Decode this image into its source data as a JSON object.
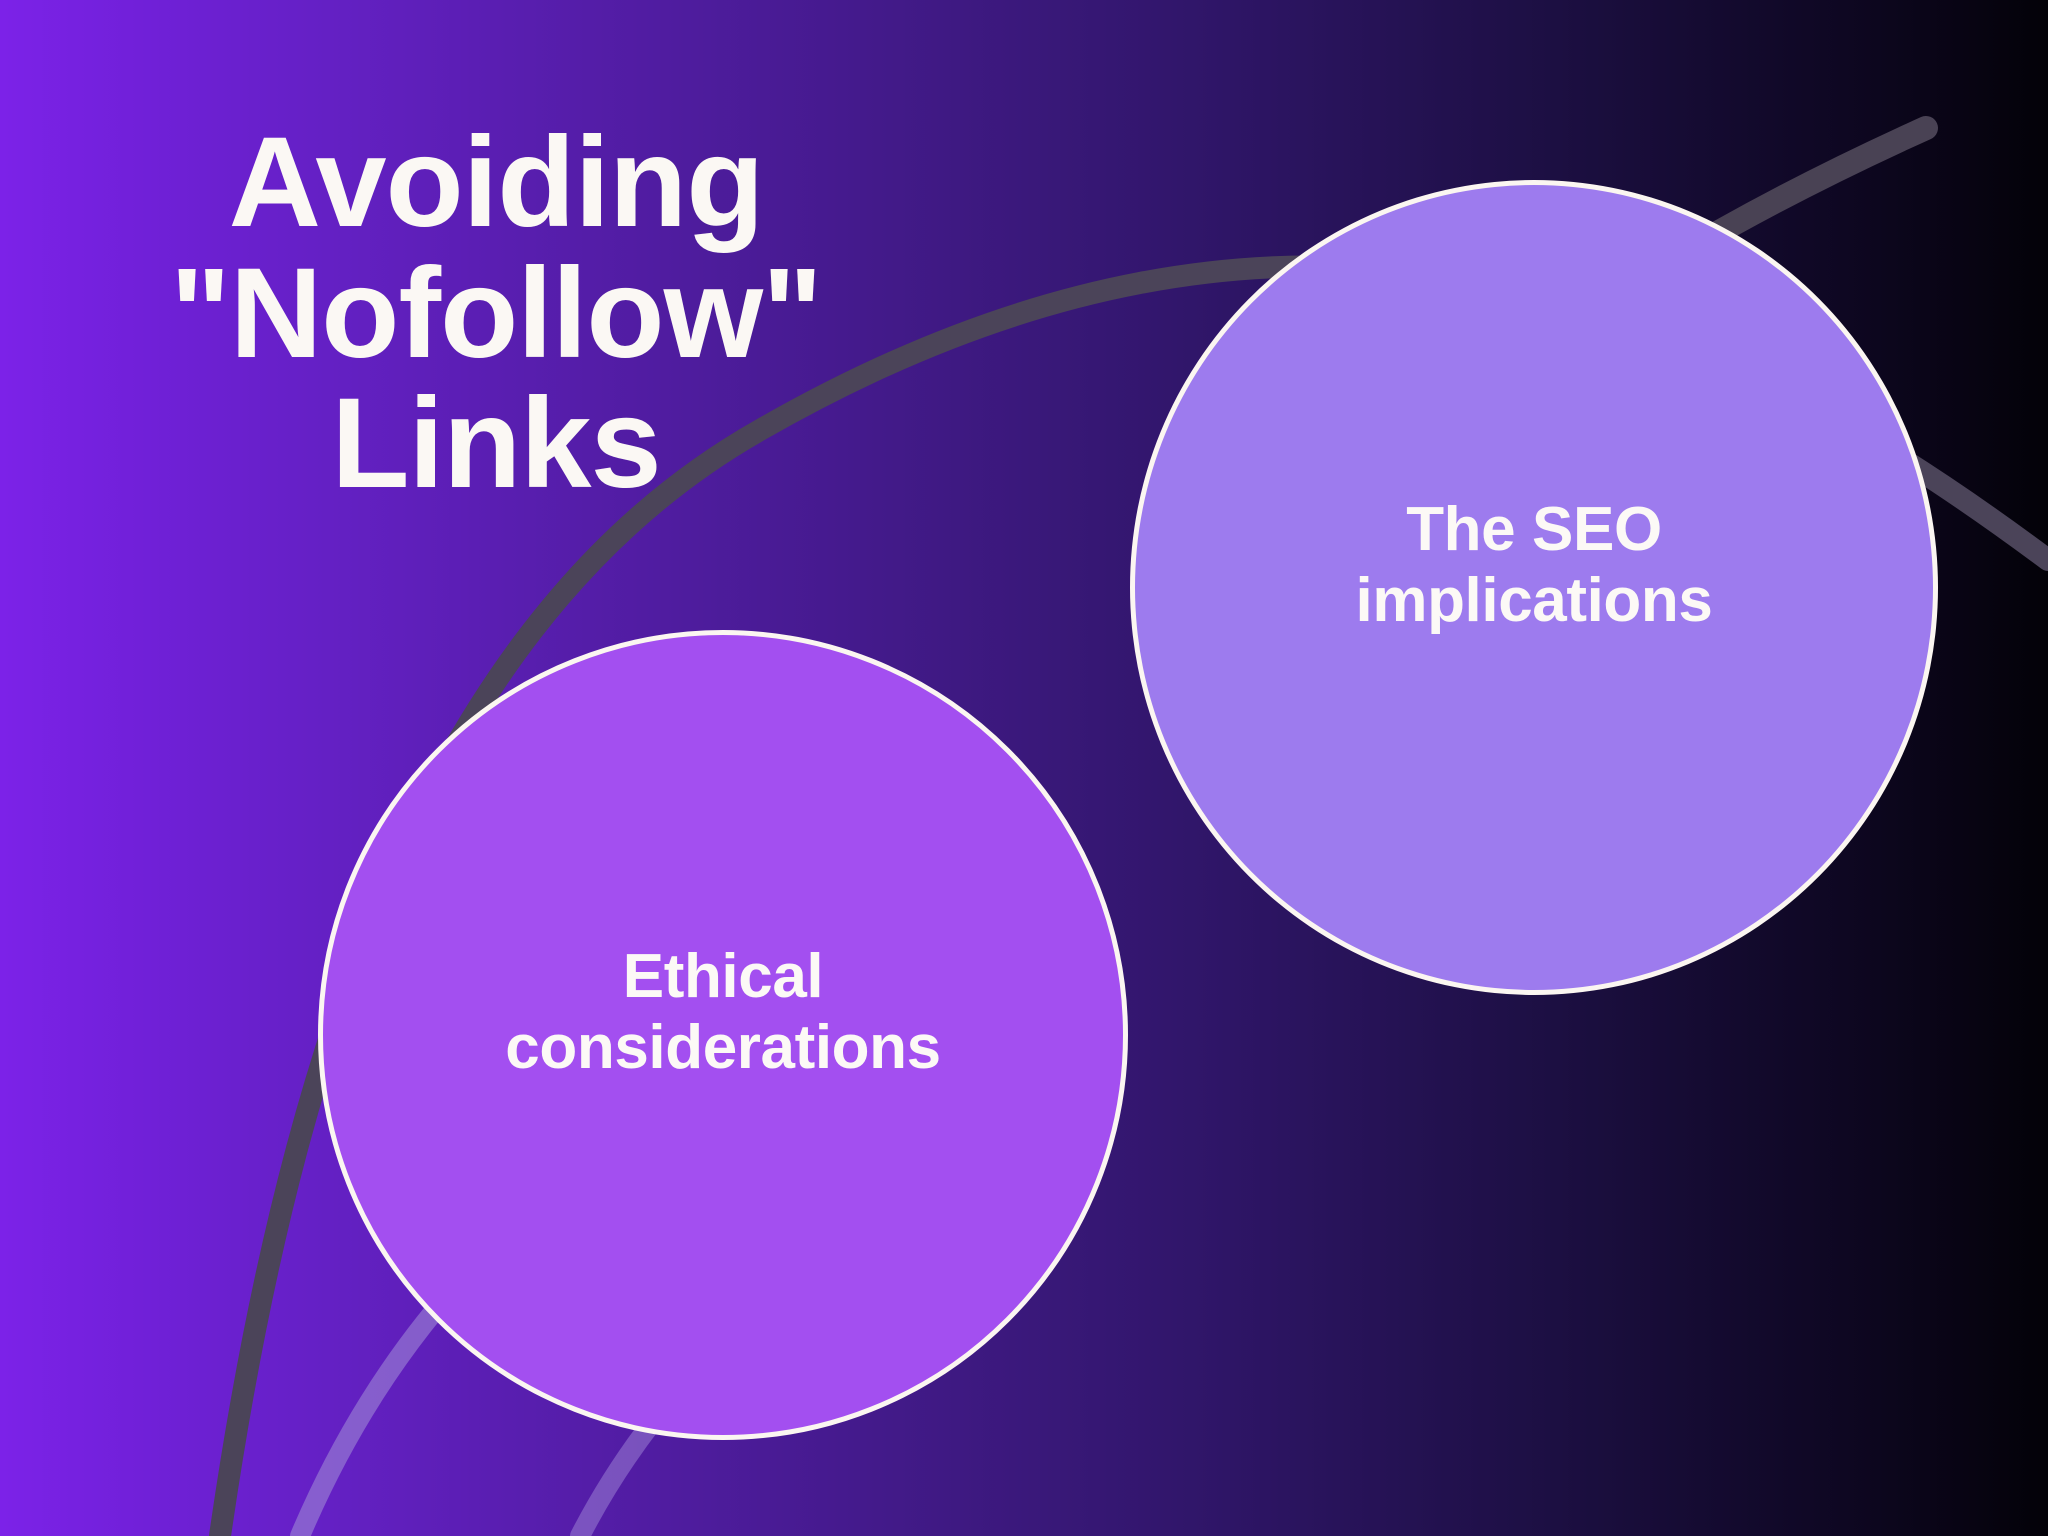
{
  "slide": {
    "title_lines": [
      "Avoiding",
      "\"Nofollow\"",
      "Links"
    ],
    "title_text": "Avoiding \"Nofollow\" Links",
    "background": {
      "type": "linear-gradient",
      "direction": "left-to-right",
      "from": "#7C22E8",
      "to": "#030208"
    },
    "decor": {
      "arc_color_dark": "#4A4458",
      "arc_color_light": "#9A7FD4",
      "arc_count": 4
    }
  },
  "circles": [
    {
      "id": "seo",
      "label": "The SEO implications",
      "label_lines": [
        "The SEO",
        "implications"
      ],
      "fill": "#9D7BEE",
      "border": "#FBF6F1",
      "text_color": "#FCF9F6"
    },
    {
      "id": "ethics",
      "label": "Ethical considerations",
      "label_lines": [
        "Ethical",
        "considerations"
      ],
      "fill": "#A34FF0",
      "border": "#FBF6F1",
      "text_color": "#FCF9F6"
    }
  ]
}
